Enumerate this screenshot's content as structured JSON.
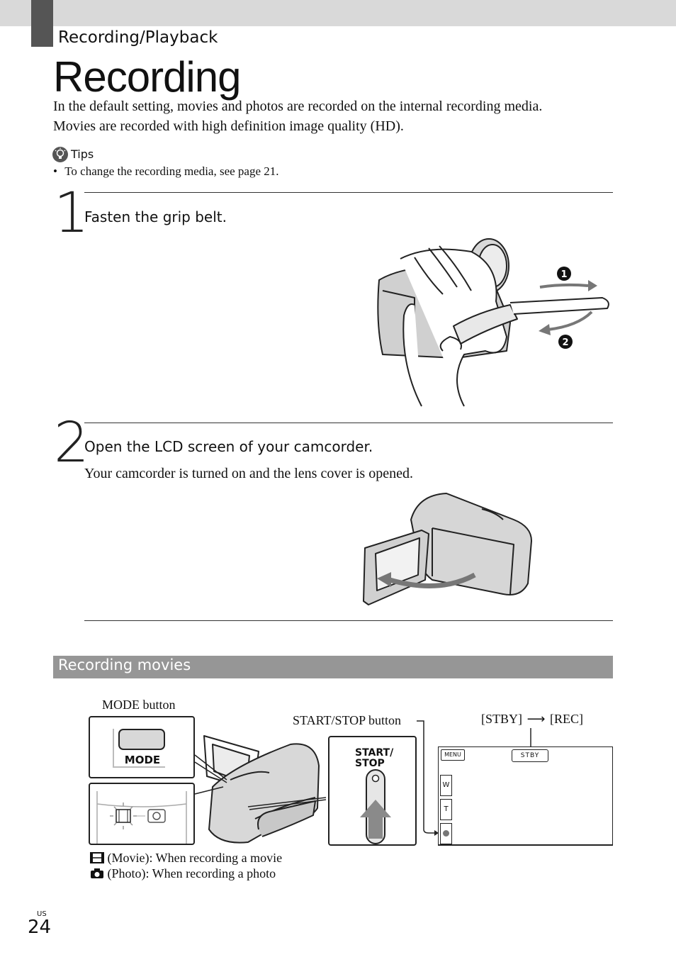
{
  "header": {
    "section": "Recording/Playback",
    "title": "Recording"
  },
  "intro": {
    "line1": "In the default setting, movies and photos are recorded on the internal recording media.",
    "line2": "Movies are recorded with high definition image quality (HD)."
  },
  "tips": {
    "label": "Tips",
    "bullet": "•",
    "item": "To change the recording media, see page 21."
  },
  "steps": [
    {
      "number": "1",
      "title": "Fasten the grip belt.",
      "markers": [
        "1",
        "2"
      ]
    },
    {
      "number": "2",
      "title": "Open the LCD screen of your camcorder.",
      "description": "Your camcorder is turned on and the lens cover is opened."
    }
  ],
  "section": {
    "title": "Recording movies"
  },
  "figure": {
    "mode_button_caption": "MODE button",
    "mode_key_label": "MODE",
    "start_stop_caption": "START/STOP button",
    "start_stop_key_label_1": "START/",
    "start_stop_key_label_2": "STOP",
    "status_before": "[STBY]",
    "status_after": "[REC]",
    "screen": {
      "menu_label": "MENU",
      "status_badge": "STBY",
      "zoom_wide": "W",
      "zoom_tele": "T"
    },
    "legend": [
      {
        "icon": "movie-icon",
        "text": "(Movie): When recording a movie"
      },
      {
        "icon": "camera-icon",
        "text": "(Photo): When recording a photo"
      }
    ]
  },
  "footer": {
    "region": "US",
    "page": "24"
  }
}
